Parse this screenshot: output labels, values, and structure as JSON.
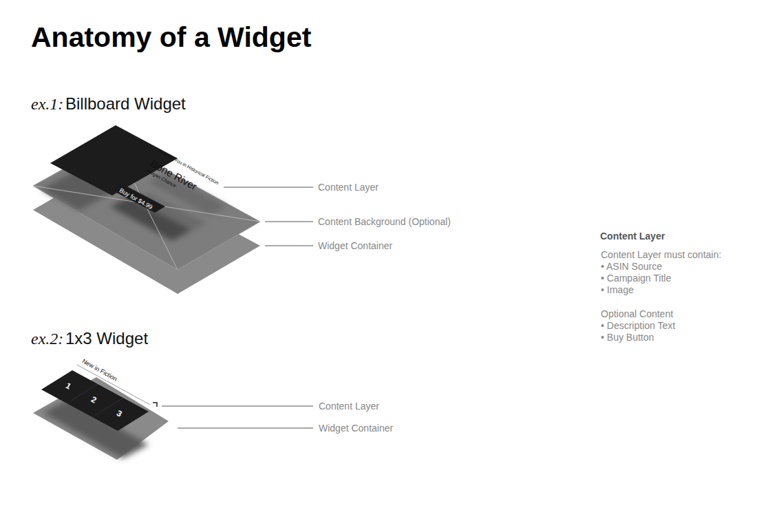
{
  "diagram": {
    "title": "Anatomy of a Widget",
    "labels": [
      "ex.1:",
      "Billboard Widget",
      "New for You in Historical Fiction",
      "Bone River",
      "Megan Chance",
      "Buy for $4.99",
      "Content Layer",
      "Content Background (Optional)",
      "Widget Container",
      "ex.2:",
      "1x3 Widget",
      "New in Fiction",
      "1",
      "2",
      "3",
      "Content Layer",
      "Widget Container",
      "Content Layer",
      "Content Layer must contain:",
      "• ASIN Source",
      "• Campaign Title",
      "• Image",
      "Optional Content",
      "• Description Text",
      "• Buy Button"
    ]
  }
}
